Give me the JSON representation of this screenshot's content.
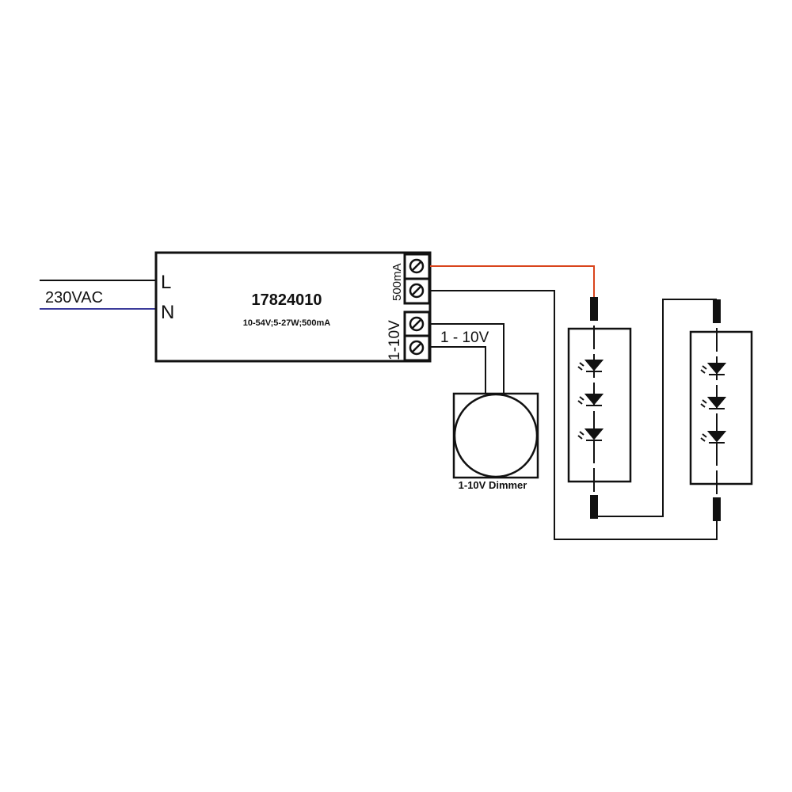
{
  "input": {
    "voltage_label": "230VAC",
    "live_label": "L",
    "neutral_label": "N"
  },
  "driver": {
    "model": "17824010",
    "specs": "10-54V;5-27W;500mA",
    "output_label": "500mA",
    "dim_label": "1-10V"
  },
  "dimmer": {
    "wire_label": "1 - 10V",
    "label": "1-10V Dimmer"
  },
  "colors": {
    "live_output": "#d9441c",
    "neutral_input": "#3b3b9a",
    "wire": "#111111"
  }
}
